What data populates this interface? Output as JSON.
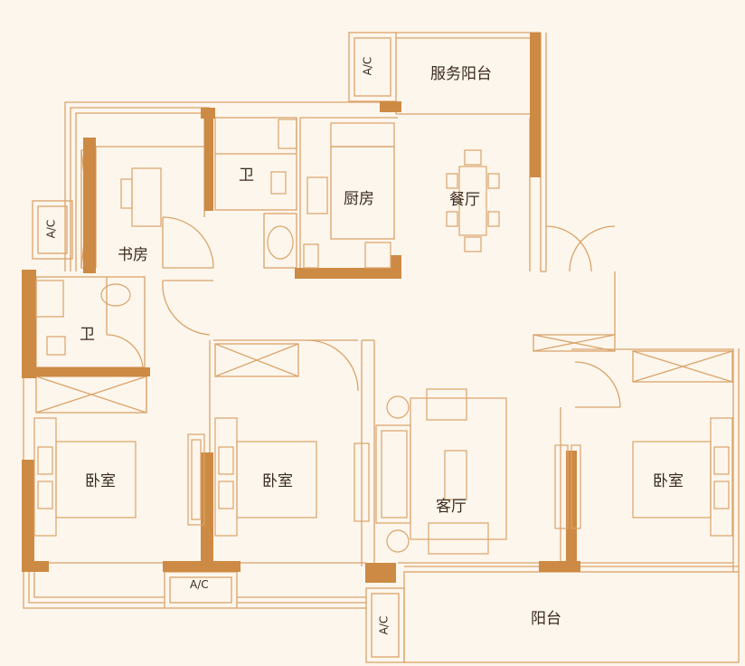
{
  "colors": {
    "background": "#fdf6ec",
    "wall": "#cd8a44",
    "line": "#d9a46b",
    "text": "#3a2a1e"
  },
  "rooms": {
    "service_balcony": "服务阳台",
    "study": "书房",
    "bath_top": "卫",
    "bath_left": "卫",
    "kitchen": "厨房",
    "dining": "餐厅",
    "bedroom_left": "卧室",
    "bedroom_middle": "卧室",
    "bedroom_right": "卧室",
    "living": "客厅",
    "balcony": "阳台"
  },
  "ac_units": {
    "top": "A/C",
    "left": "A/C",
    "bottom_middle": "A/C",
    "bottom_right": "A/C"
  }
}
